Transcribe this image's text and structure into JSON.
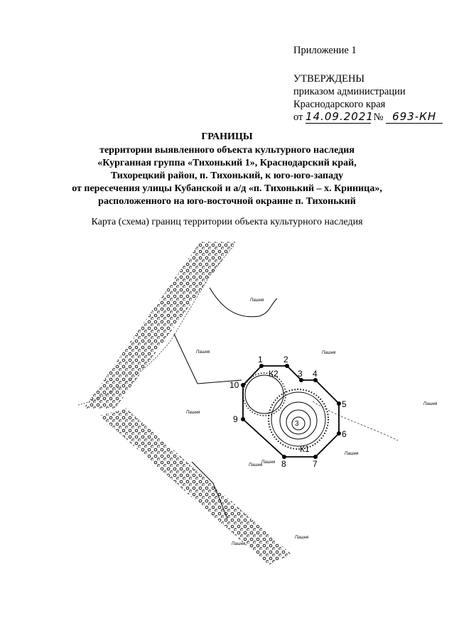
{
  "appendix": "Приложение 1",
  "approval": {
    "heading": "УТВЕРЖДЕНЫ",
    "line1": "приказом администрации",
    "line2": "Краснодарского края",
    "date_prefix": "от",
    "date": "14.09.2021",
    "number_prefix": "№",
    "number": "693-КН"
  },
  "title": {
    "main": "ГРАНИЦЫ",
    "lines": [
      "территории выявленного объекта культурного наследия",
      "«Курганная группа «Тихонький 1», Краснодарский край,",
      "Тихорецкий район, п. Тихонький, к юго-юго-западу",
      "от пересечения улицы Кубанской и а/д «п. Тихонький – х. Криница»,",
      "расположенного на юго-восточной окраине п. Тихонький"
    ]
  },
  "map_caption": "Карта (схема) границ территории объекта культурного наследия",
  "map": {
    "boundary_points": [
      "1",
      "2",
      "3",
      "4",
      "5",
      "6",
      "7",
      "8",
      "9",
      "10"
    ],
    "mounds": [
      "К1",
      "К2"
    ],
    "land_label": "Пашня"
  }
}
